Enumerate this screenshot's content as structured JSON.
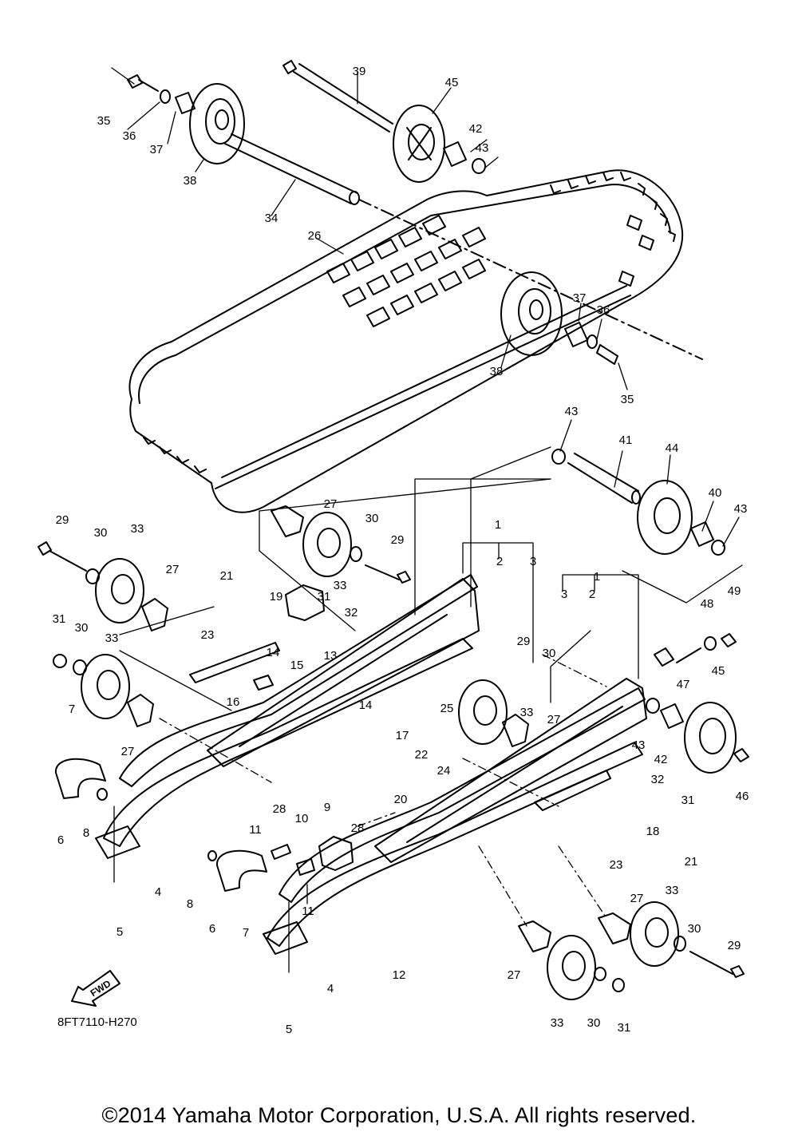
{
  "diagram": {
    "reference_code": "8FT7110-H270",
    "fwd_label": "FWD",
    "copyright": "©2014 Yamaha Motor Corporation, U.S.A. All rights reserved.",
    "callouts": [
      "1",
      "2",
      "3",
      "4",
      "5",
      "6",
      "7",
      "8",
      "9",
      "10",
      "11",
      "12",
      "13",
      "14",
      "15",
      "16",
      "17",
      "18",
      "19",
      "20",
      "21",
      "22",
      "23",
      "24",
      "25",
      "26",
      "27",
      "28",
      "29",
      "30",
      "31",
      "32",
      "33",
      "34",
      "35",
      "36",
      "37",
      "38",
      "39",
      "40",
      "41",
      "42",
      "43",
      "44",
      "45",
      "46",
      "47",
      "48",
      "49"
    ]
  }
}
